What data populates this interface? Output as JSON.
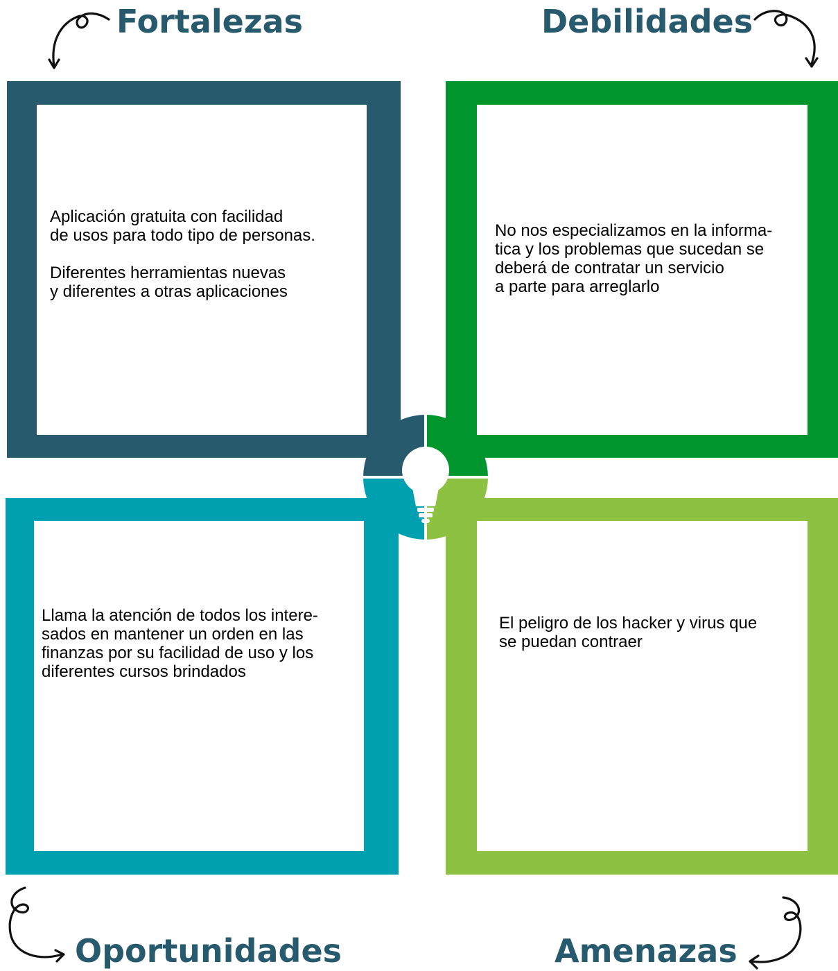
{
  "colors": {
    "fortalezas": "#285a6e",
    "debilidades": "#00952d",
    "oportunidades": "#00a0b0",
    "amenazas": "#8cc142",
    "heading_text": "#285a6e",
    "body_text": "#000000"
  },
  "quadrants": {
    "fortalezas": {
      "title": "Fortalezas",
      "body": "Aplicación gratuita con facilidad\nde usos para todo tipo de personas.\n\nDiferentes herramientas nuevas\ny diferentes a otras aplicaciones"
    },
    "debilidades": {
      "title": "Debilidades",
      "body": "No nos especializamos en la informa-\ntica y los problemas que sucedan se\ndeberá de contratar un servicio\na parte para arreglarlo"
    },
    "oportunidades": {
      "title": "Oportunidades",
      "body": "Llama la atención de todos los intere-\nsados en mantener un orden en las\nfinanzas por su facilidad de uso y los\ndiferentes cursos brindados"
    },
    "amenazas": {
      "title": "Amenazas",
      "body": "El peligro de los hacker y virus que\nse puedan contraer"
    }
  },
  "icons": {
    "center": "lightbulb-icon",
    "arrows": "curly-arrow-icon"
  }
}
